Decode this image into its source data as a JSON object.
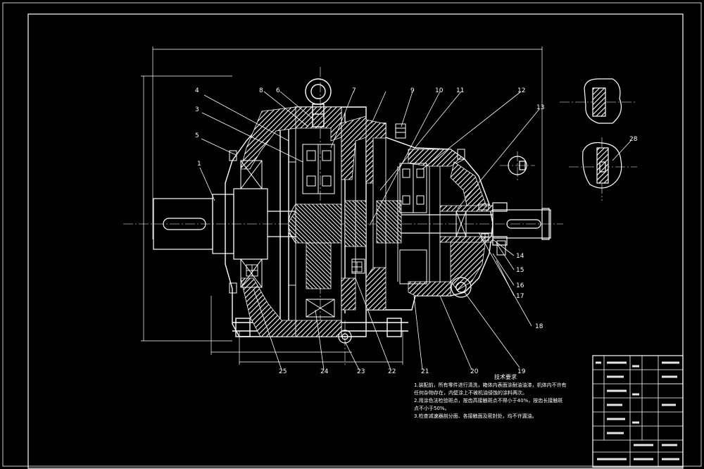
{
  "drawing": {
    "background": "#000000",
    "line_color": "#ffffff",
    "section_color": "#ffffff"
  },
  "part_labels": [
    "1",
    "3",
    "4",
    "5",
    "6",
    "7",
    "8",
    "9",
    "10",
    "11",
    "12",
    "13",
    "14",
    "15",
    "16",
    "17",
    "18",
    "19",
    "20",
    "21",
    "22",
    "23",
    "24",
    "25",
    "28"
  ],
  "technical_requirements": {
    "title": "技术要求",
    "lines": [
      "1.装配前，所有零件进行清洗，箱体内表面涂耐油油漆，机体内不许有",
      "  任何杂物存在，内壁涂上不被机油侵蚀的涂料两次。",
      "2.用涂色法检验斑点，按齿高接触斑点不得小于40%，按齿长接触斑",
      "  点不小于50%。",
      "3.检查减速器剖分面、各接触面及密封处，均不许漏油。"
    ]
  }
}
